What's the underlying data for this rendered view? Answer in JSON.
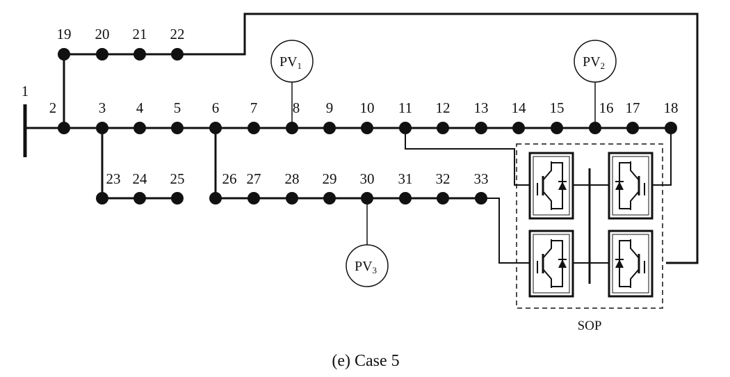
{
  "buses": [
    "1",
    "2",
    "3",
    "4",
    "5",
    "6",
    "7",
    "8",
    "9",
    "10",
    "11",
    "12",
    "13",
    "14",
    "15",
    "16",
    "17",
    "18",
    "19",
    "20",
    "21",
    "22",
    "23",
    "24",
    "25",
    "26",
    "27",
    "28",
    "29",
    "30",
    "31",
    "32",
    "33"
  ],
  "pv_units": [
    {
      "name": "PV",
      "sub": "1",
      "bus": "8"
    },
    {
      "name": "PV",
      "sub": "2",
      "bus": "16"
    },
    {
      "name": "PV",
      "sub": "3",
      "bus": "30"
    }
  ],
  "sop_label": "SOP",
  "caption": "(e) Case 5",
  "colors": {
    "line": "#111111",
    "node": "#111111",
    "background": "#ffffff"
  }
}
